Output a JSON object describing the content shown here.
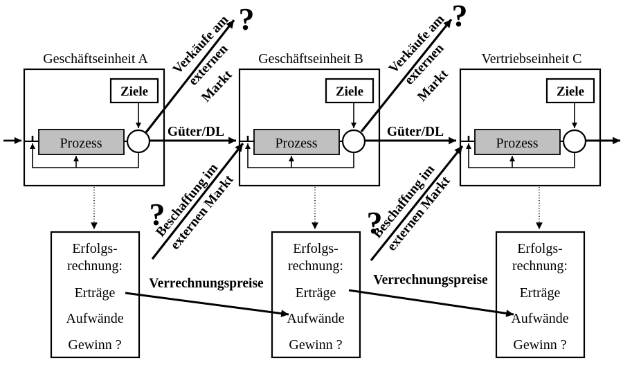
{
  "diagram": {
    "units": [
      {
        "title": "Geschäftseinheit A",
        "goal_label": "Ziele",
        "process_label": "Prozess"
      },
      {
        "title": "Geschäftseinheit B",
        "goal_label": "Ziele",
        "process_label": "Prozess"
      },
      {
        "title": "Vertriebseinheit C",
        "goal_label": "Ziele",
        "process_label": "Prozess"
      }
    ],
    "accounts": [
      {
        "heading_line1": "Erfolgs-",
        "heading_line2": "rechnung:",
        "revenue": "Erträge",
        "expenses": "Aufwände",
        "profit": "Gewinn ?"
      },
      {
        "heading_line1": "Erfolgs-",
        "heading_line2": "rechnung:",
        "revenue": "Erträge",
        "expenses": "Aufwände",
        "profit": "Gewinn ?"
      },
      {
        "heading_line1": "Erfolgs-",
        "heading_line2": "rechnung:",
        "revenue": "Erträge",
        "expenses": "Aufwände",
        "profit": "Gewinn ?"
      }
    ],
    "flow_labels": {
      "goods": "Güter/DL",
      "sales_line1": "Verkäufe am",
      "sales_line2": "externen",
      "sales_line3": "Markt",
      "procurement_line1": "Beschaffung im",
      "procurement_line2": "externen Markt",
      "transfer_prices": "Verrechnungspreise",
      "question_mark": "?"
    },
    "colors": {
      "ink": "#000000",
      "process_fill": "#c0c0c0",
      "question_mark_red": "#c51235",
      "background": "#ffffff"
    }
  }
}
